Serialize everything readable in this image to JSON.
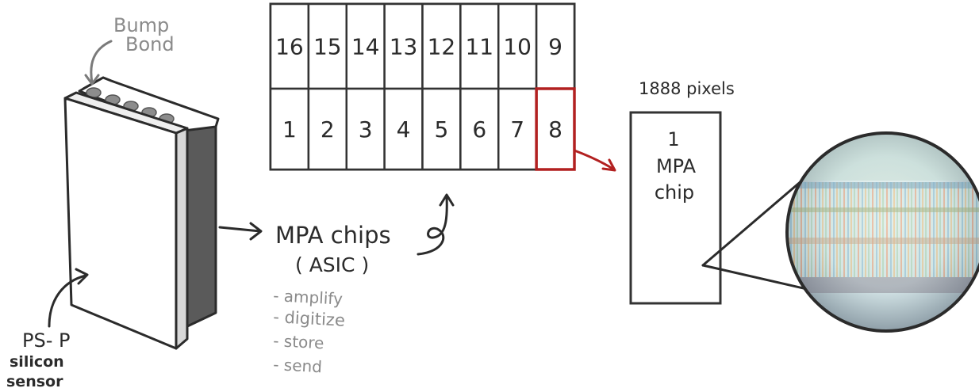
{
  "labels": {
    "bump_bond": [
      "Bump",
      "Bond"
    ],
    "sensor": [
      "PS- P",
      "silicon",
      "sensor"
    ],
    "mpa_chips": "MPA chips",
    "asic": "( ASIC )",
    "functions": [
      "- amplify",
      "- digitize",
      "- store",
      "- send"
    ],
    "pixels": "1888 pixels",
    "chip_label": [
      "1",
      "MPA",
      "chip"
    ]
  },
  "chip_grid": {
    "top_row": [
      "16",
      "15",
      "14",
      "13",
      "12",
      "11",
      "10",
      "9"
    ],
    "bottom_row": [
      "1",
      "2",
      "3",
      "4",
      "5",
      "6",
      "7",
      "8"
    ],
    "highlighted": "8"
  },
  "colors": {
    "ink": "#2b2b2b",
    "highlight": "#b22020",
    "grey_text": "#8a8a8a",
    "sensor_back": "#5a5a5a"
  }
}
